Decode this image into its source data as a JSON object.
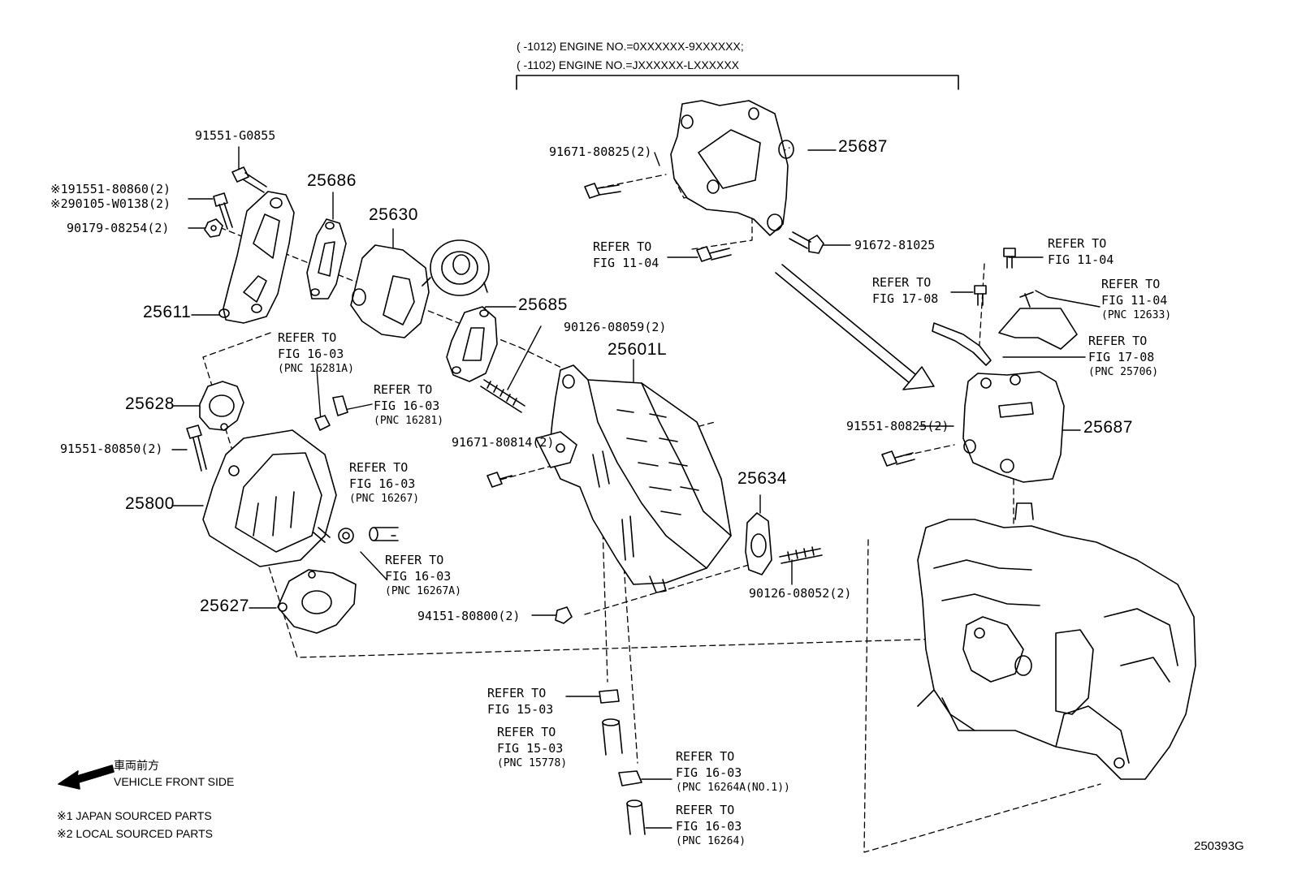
{
  "header": {
    "line1": "(      -1012) ENGINE NO.=0XXXXXX-9XXXXXX;",
    "line2": "(      -1102) ENGINE NO.=JXXXXXX-LXXXXXX"
  },
  "part_numbers": {
    "p91551_G0855": "91551-G0855",
    "p91551_80860": "※191551-80860(2)",
    "p90105_W0138": "※290105-W0138(2)",
    "p90179_08254": "90179-08254(2)",
    "p25611": "25611",
    "p25686": "25686",
    "p25630": "25630",
    "p25685": "25685",
    "p90126_08059": "90126-08059(2)",
    "p25601L": "25601L",
    "p25628": "25628",
    "p91551_80850": "91551-80850(2)",
    "p25800": "25800",
    "p25627": "25627",
    "p91671_80814": "91671-80814(2)",
    "p25634": "25634",
    "p90126_08052": "90126-08052(2)",
    "p94151_80800": "94151-80800(2)",
    "p91671_80825": "91671-80825(2)",
    "p25687_top": "25687",
    "p91672_81025": "91672-81025",
    "p91551_80825": "91551-80825(2)",
    "p25687_right": "25687"
  },
  "refs": {
    "fig11_04_a": {
      "l1": "REFER TO",
      "l2": "FIG 11-04"
    },
    "fig11_04_b": {
      "l1": "REFER TO",
      "l2": "FIG 11-04"
    },
    "fig11_04_c": {
      "l1": "REFER TO",
      "l2": "FIG 11-04",
      "l3": "(PNC 12633)"
    },
    "fig17_08_a": {
      "l1": "REFER TO",
      "l2": "FIG 17-08"
    },
    "fig17_08_b": {
      "l1": "REFER TO",
      "l2": "FIG 17-08",
      "l3": "(PNC 25706)"
    },
    "fig16_03_a": {
      "l1": "REFER TO",
      "l2": "FIG 16-03",
      "l3": "(PNC 16281A)"
    },
    "fig16_03_b": {
      "l1": "REFER TO",
      "l2": "FIG 16-03",
      "l3": "(PNC 16281)"
    },
    "fig16_03_c": {
      "l1": "REFER TO",
      "l2": "FIG 16-03",
      "l3": "(PNC 16267)"
    },
    "fig16_03_d": {
      "l1": "REFER TO",
      "l2": "FIG 16-03",
      "l3": "(PNC 16267A)"
    },
    "fig15_03_a": {
      "l1": "REFER TO",
      "l2": "FIG 15-03"
    },
    "fig15_03_b": {
      "l1": "REFER TO",
      "l2": "FIG 15-03",
      "l3": "(PNC 15778)"
    },
    "fig16_03_e": {
      "l1": "REFER TO",
      "l2": "FIG 16-03",
      "l3": "(PNC 16264A(NO.1))"
    },
    "fig16_03_f": {
      "l1": "REFER TO",
      "l2": "FIG 16-03",
      "l3": "(PNC 16264)"
    }
  },
  "legend": {
    "front_jp": "車両前方",
    "front_en": "VEHICLE FRONT SIDE",
    "note1": "※1 JAPAN SOURCED PARTS",
    "note2": "※2 LOCAL SOURCED PARTS"
  },
  "figure_id": "250393G"
}
